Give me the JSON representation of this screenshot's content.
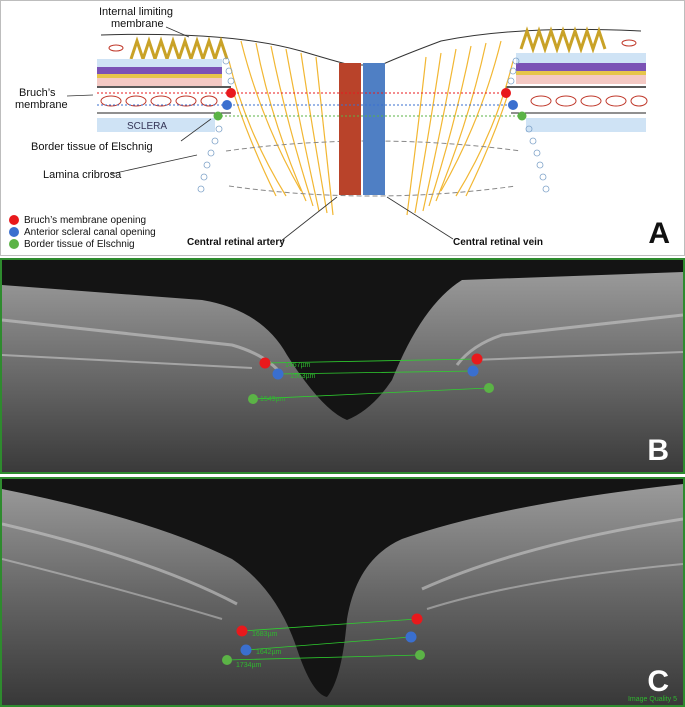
{
  "panel_a": {
    "letter": "A",
    "labels": {
      "ilm_line1": "Internal limiting",
      "ilm_line2": "membrane",
      "bruch_line1": "Bruch’s",
      "bruch_line2": "membrane",
      "sclera": "SCLERA",
      "border_tissue": "Border tissue of Elschnig",
      "lamina": "Lamina cribrosa",
      "artery": "Central retinal artery",
      "vein": "Central retinal vein"
    },
    "legend": [
      {
        "label": "Bruch’s membrane opening",
        "color": "#e8191c"
      },
      {
        "label": "Anterior scleral canal opening",
        "color": "#3a6fcf"
      },
      {
        "label": "Border tissue of Elschnig",
        "color": "#5bb346"
      }
    ]
  },
  "panel_b": {
    "letter": "B",
    "measurements": [
      "1467µm",
      "1563µm",
      "1549µm"
    ]
  },
  "panel_c": {
    "letter": "C",
    "measurements": [
      "1683µm",
      "1642µm",
      "1734µm"
    ],
    "image_quality": "Image Quality 5"
  },
  "colors": {
    "bmo": "#e8191c",
    "ascco": "#3a6fcf",
    "border_tissue": "#5bb346",
    "artery": "#b9432a",
    "vein": "#4f7fc4",
    "nerve_fibers": "#f2b733"
  }
}
